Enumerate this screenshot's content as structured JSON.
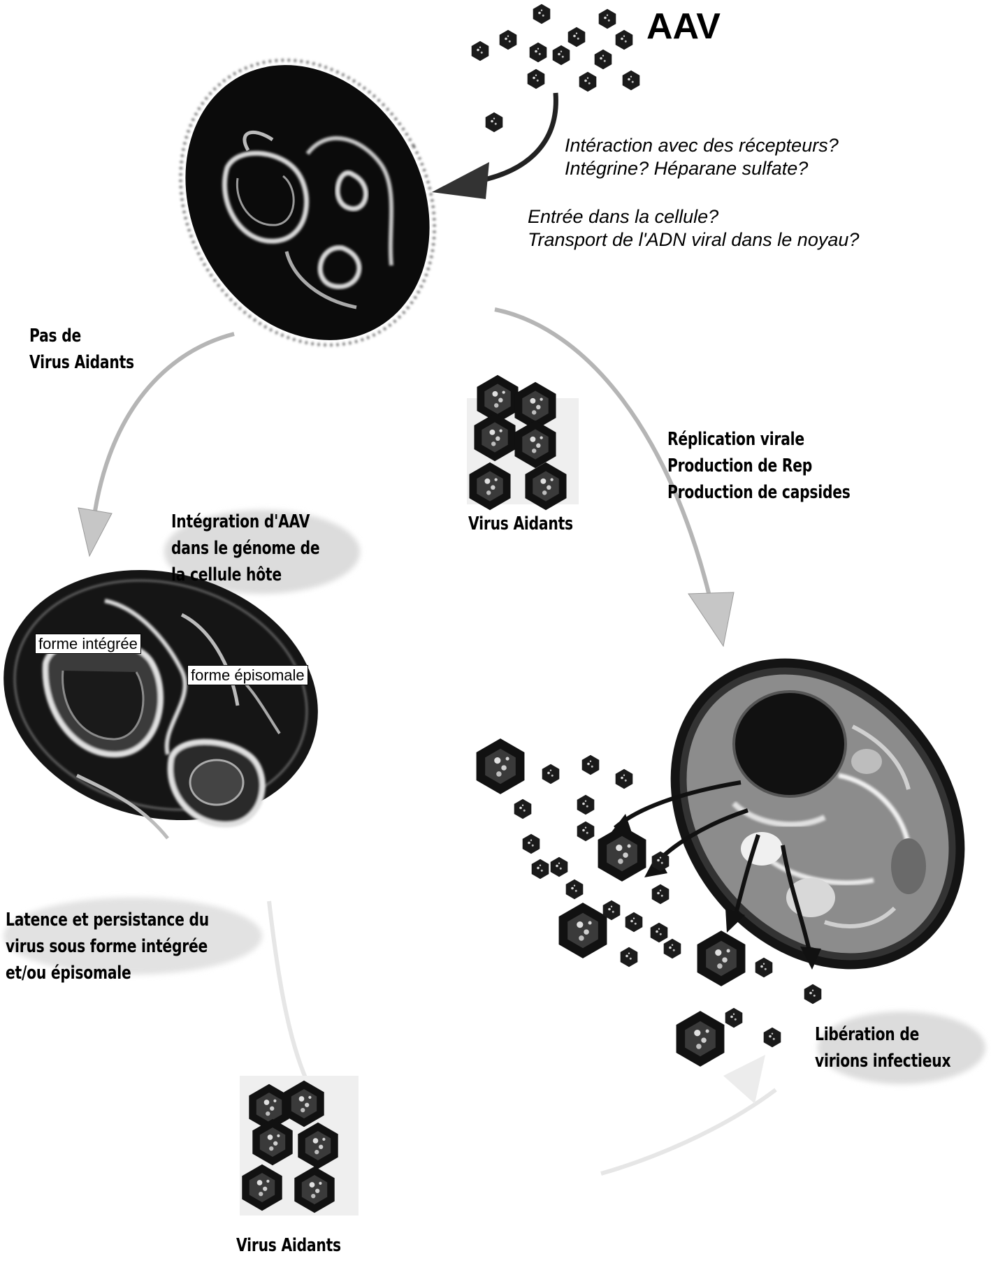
{
  "title": "AAV",
  "entry_questions": {
    "receptors": [
      "Intéraction avec des récepteurs?",
      "Intégrine? Héparane sulfate?"
    ],
    "entry": [
      "Entrée dans la cellule?",
      "Transport de l'ADN viral dans le noyau?"
    ]
  },
  "latent_path": {
    "no_helper": [
      "Pas de",
      "Virus Aidants"
    ],
    "integration": [
      "Intégration d'AAV",
      "dans le génome de",
      "la cellule hôte"
    ],
    "integrated_form": "forme intégrée",
    "episomal_form": "forme épisomale",
    "latency": [
      "Latence et persistance du",
      "virus sous forme intégrée",
      "et/ou épisomale"
    ]
  },
  "lytic_path": {
    "helper_virus": "Virus Aidants",
    "replication": [
      "Réplication virale",
      "Production de Rep",
      "Production de capsides"
    ],
    "release": [
      "Libération de",
      "virions infectieux"
    ]
  },
  "bottom_helper_virus": "Virus Aidants",
  "colors": {
    "ink": "#000000",
    "arrow_gray": "#b5b5b5",
    "bubble_gray": "#dcdcdc",
    "cell_dark": "#111111"
  }
}
